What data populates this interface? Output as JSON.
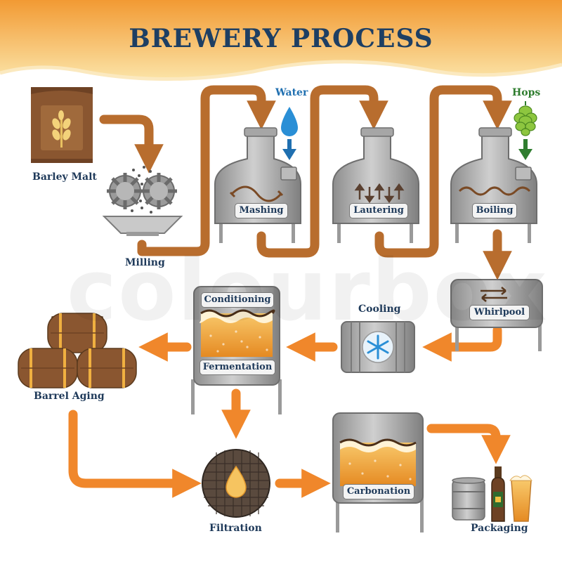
{
  "title": "BREWERY PROCESS",
  "watermark": "colourbox",
  "colors": {
    "pipe": "#b86d2e",
    "arrow_orange": "#f0872b",
    "banner": "#f3b452",
    "title": "#1e3f63",
    "water": "#1f6fb0",
    "hops": "#2f7d2f"
  },
  "inputs": {
    "water": "Water",
    "hops": "Hops"
  },
  "steps": {
    "barley_malt": "Barley Malt",
    "milling": "Milling",
    "mashing": "Mashing",
    "lautering": "Lautering",
    "boiling": "Boiling",
    "whirlpool": "Whirlpool",
    "cooling": "Cooling",
    "conditioning": "Conditioning",
    "fermentation": "Fermentation",
    "barrel_aging": "Barrel Aging",
    "filtration": "Filtration",
    "carbonation": "Carbonation",
    "packaging": "Packaging"
  }
}
